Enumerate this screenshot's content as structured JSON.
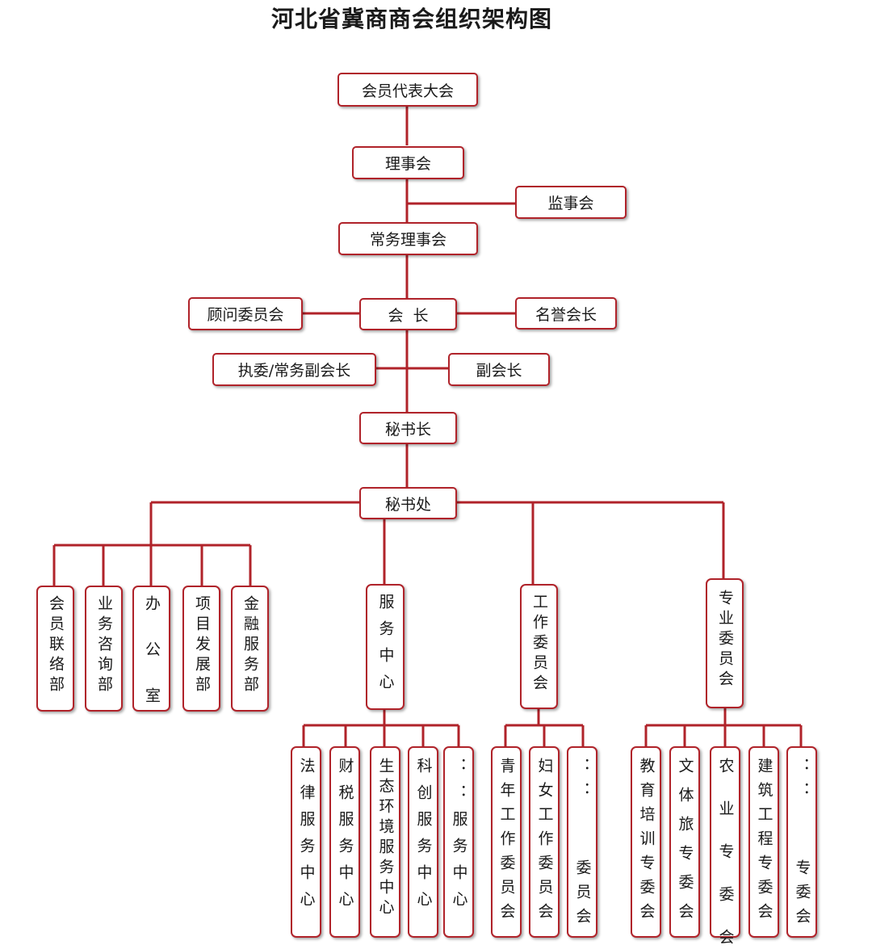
{
  "title": "河北省冀商商会组织架构图",
  "nodes": {
    "congress": "会员代表大会",
    "council": "理事会",
    "supervisors": "监事会",
    "standing_council": "常务理事会",
    "advisory": "顾问委员会",
    "president": "会  长",
    "honorary": "名誉会长",
    "exec_vp": "执委/常务副会长",
    "vp": "副会长",
    "secretary_general": "秘书长",
    "secretariat": "秘书处"
  },
  "departments": [
    "会员联络部",
    "业务咨询部",
    "办 公 室",
    "项目发展部",
    "金融服务部"
  ],
  "groups": {
    "service_center": "服务中心",
    "work_committee": "工作委员会",
    "special_committee": "专业委员会"
  },
  "service_centers": [
    "法律服务中心",
    "财税服务中心",
    "生态环境服务中心",
    "科创服务中心",
    "：：服务中心"
  ],
  "work_committees": [
    "青年工作委员会",
    "妇女工作委员会",
    "：：  委员会"
  ],
  "special_committees": [
    "教育培训专委会",
    "文体旅专委会",
    "农 业 专 委 会",
    "建筑工程专委会",
    "：：  专委会"
  ],
  "colors": {
    "line": "#b0232a",
    "border": "#b0232a"
  }
}
